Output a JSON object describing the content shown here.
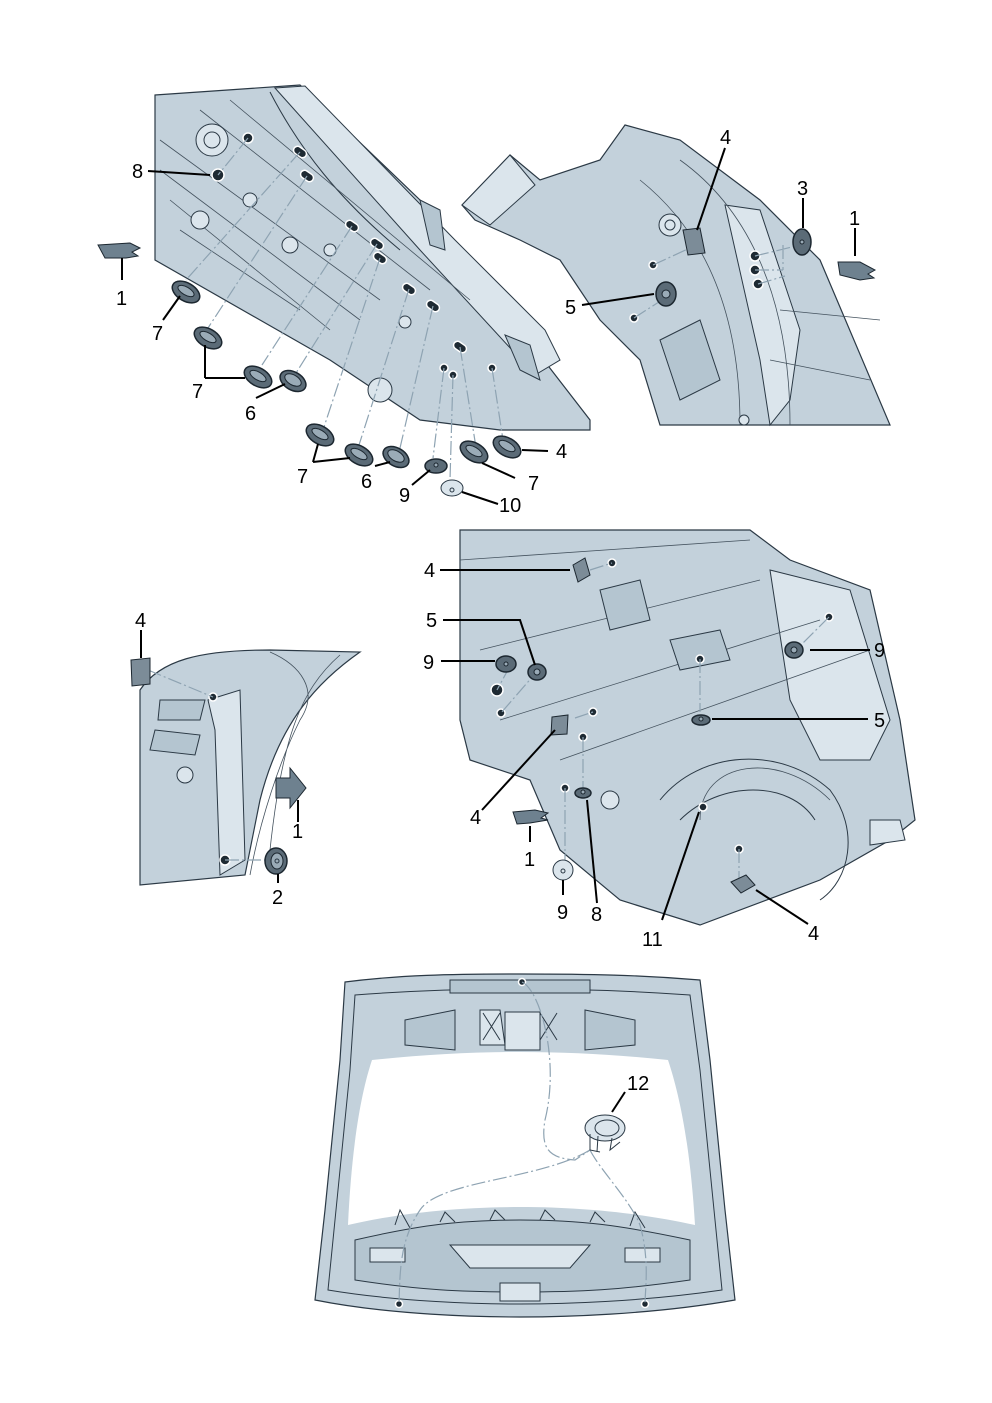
{
  "diagram": {
    "type": "parts-catalog-exploded-view",
    "subject": "Body grommets, plugs and adhesive patches",
    "colors": {
      "body": "#c3d1db",
      "outline": "#2b3945",
      "part": "#5b6b77",
      "leader": "#000000"
    },
    "views": [
      {
        "id": "underbody-front",
        "callouts": [
          "1",
          "8",
          "7",
          "7",
          "7",
          "6",
          "7",
          "7",
          "6",
          "9",
          "10",
          "7",
          "4"
        ]
      },
      {
        "id": "rear-side-panel",
        "callouts": [
          "4",
          "3",
          "1",
          "5"
        ]
      },
      {
        "id": "wheel-housing",
        "callouts": [
          "4",
          "1",
          "2"
        ]
      },
      {
        "id": "underbody-rear",
        "callouts": [
          "4",
          "5",
          "9",
          "9",
          "5",
          "4",
          "1",
          "9",
          "8",
          "11",
          "4"
        ]
      },
      {
        "id": "tailgate",
        "callouts": [
          "12"
        ]
      }
    ],
    "labels": {
      "v1_arrow": "1",
      "v1_8": "8",
      "v1_7a": "7",
      "v1_7b": "7",
      "v1_6a": "6",
      "v1_7c": "7",
      "v1_6b": "6",
      "v1_9": "9",
      "v1_10": "10",
      "v1_7d": "7",
      "v1_4": "4",
      "v2_4": "4",
      "v2_3": "3",
      "v2_1": "1",
      "v2_5": "5",
      "v3_4": "4",
      "v3_1": "1",
      "v3_2": "2",
      "v4_4a": "4",
      "v4_5a": "5",
      "v4_9a": "9",
      "v4_9b": "9",
      "v4_5b": "5",
      "v4_4b": "4",
      "v4_1": "1",
      "v4_9c": "9",
      "v4_8": "8",
      "v4_11": "11",
      "v4_4c": "4",
      "v5_12": "12"
    },
    "parts": [
      {
        "no": "1",
        "name": "direction-of-travel-arrow"
      },
      {
        "no": "2",
        "name": "grommet"
      },
      {
        "no": "3",
        "name": "plug"
      },
      {
        "no": "4",
        "name": "adhesive-patch"
      },
      {
        "no": "5",
        "name": "grommet"
      },
      {
        "no": "6",
        "name": "oval-plug"
      },
      {
        "no": "7",
        "name": "oval-plug"
      },
      {
        "no": "8",
        "name": "grommet"
      },
      {
        "no": "9",
        "name": "grommet"
      },
      {
        "no": "10",
        "name": "plug"
      },
      {
        "no": "11",
        "name": "grommet"
      },
      {
        "no": "12",
        "name": "expanding-clip"
      }
    ]
  }
}
